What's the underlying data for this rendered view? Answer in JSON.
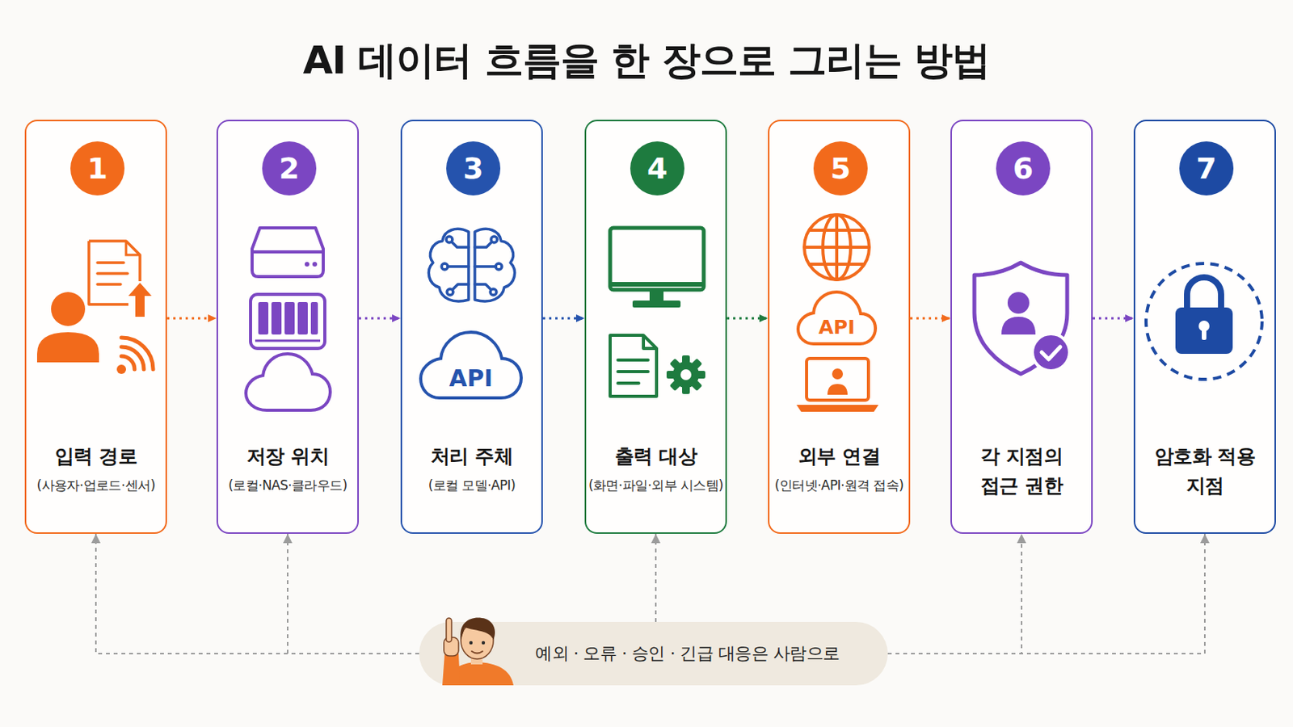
{
  "diagram": {
    "title": "AI 데이터 흐름을 한 장으로 그리는 방법",
    "nodes": [
      {
        "text": [
          "입력 경로",
          "(사용자·업로드·센서)"
        ]
      },
      {
        "text": [
          "1"
        ],
        "in": 0
      },
      {
        "text": [
          "저장 위치",
          "(로컬·NAS·클라우드)"
        ]
      },
      {
        "text": [
          "2"
        ],
        "in": 2
      },
      {
        "text": [
          "처리 주체",
          "(로컬 모델·API)"
        ]
      },
      {
        "text": [
          "3"
        ],
        "in": 4
      },
      {
        "text": [
          "출력 대상",
          "(화면·파일·외부 시스템)"
        ]
      },
      {
        "text": [
          "4"
        ],
        "in": 6
      },
      {
        "text": [
          "외부 연결",
          "(인터넷·API·원격 접속)"
        ]
      },
      {
        "text": [
          "5"
        ],
        "in": 8
      },
      {
        "text": [
          "각 지점의 접근 권한"
        ]
      },
      {
        "text": [
          "6"
        ],
        "in": 10
      },
      {
        "text": [
          "암호화 적용 지점"
        ]
      },
      {
        "text": [
          "7"
        ],
        "in": 12
      },
      {
        "text": [
          "예외 · 오류 · 승인 · 긴급 대응은 사람으로"
        ]
      }
    ],
    "edges": [
      {
        "from": 0,
        "to": 2,
        "arrow": "to"
      },
      {
        "from": 2,
        "to": 4,
        "arrow": "to"
      },
      {
        "from": 4,
        "to": 6,
        "arrow": "to"
      },
      {
        "from": 6,
        "to": 8,
        "arrow": "to"
      },
      {
        "from": 8,
        "to": 10,
        "arrow": "to"
      },
      {
        "from": 10,
        "to": 12,
        "arrow": "to"
      },
      {
        "from": 14,
        "to": 0,
        "arrow": "to"
      },
      {
        "from": 14,
        "to": 2,
        "arrow": "to"
      },
      {
        "from": 14,
        "to": 6,
        "arrow": "to"
      },
      {
        "from": 14,
        "to": 10,
        "arrow": "to"
      },
      {
        "from": 14,
        "to": 12,
        "arrow": "to"
      }
    ],
    "labels": [
      "API",
      "API"
    ]
  }
}
